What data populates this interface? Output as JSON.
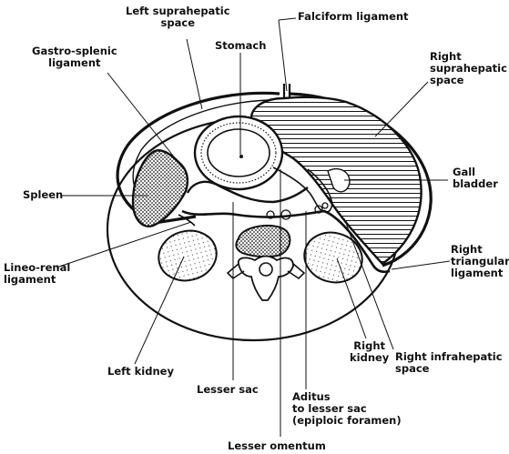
{
  "labels": {
    "left_suprahepatic": [
      "Left suprahepatic",
      "space"
    ],
    "falciform": [
      "Falciform ligament"
    ],
    "stomach": [
      "Stomach"
    ],
    "gastro_splenic": [
      "Gastro-splenic",
      "ligament"
    ],
    "right_suprahepatic": [
      "Right",
      "suprahepatic",
      "space"
    ],
    "spleen": [
      "Spleen"
    ],
    "gall_bladder": [
      "Gall",
      "bladder"
    ],
    "lineo_renal": [
      "Lineo-renal",
      "ligament"
    ],
    "right_triangular": [
      "Right",
      "triangular",
      "ligament"
    ],
    "left_kidney": [
      "Left kidney"
    ],
    "right_kidney": [
      "Right",
      "kidney"
    ],
    "right_infrahepatic": [
      "Right infrahepatic",
      "space"
    ],
    "lesser_sac": [
      "Lesser sac"
    ],
    "aditus": [
      "Aditus",
      "to lesser sac",
      "(epiploic foramen)"
    ],
    "lesser_omentum": [
      "Lesser omentum"
    ]
  },
  "colors": {
    "ink": "#111111",
    "background": "#ffffff"
  }
}
